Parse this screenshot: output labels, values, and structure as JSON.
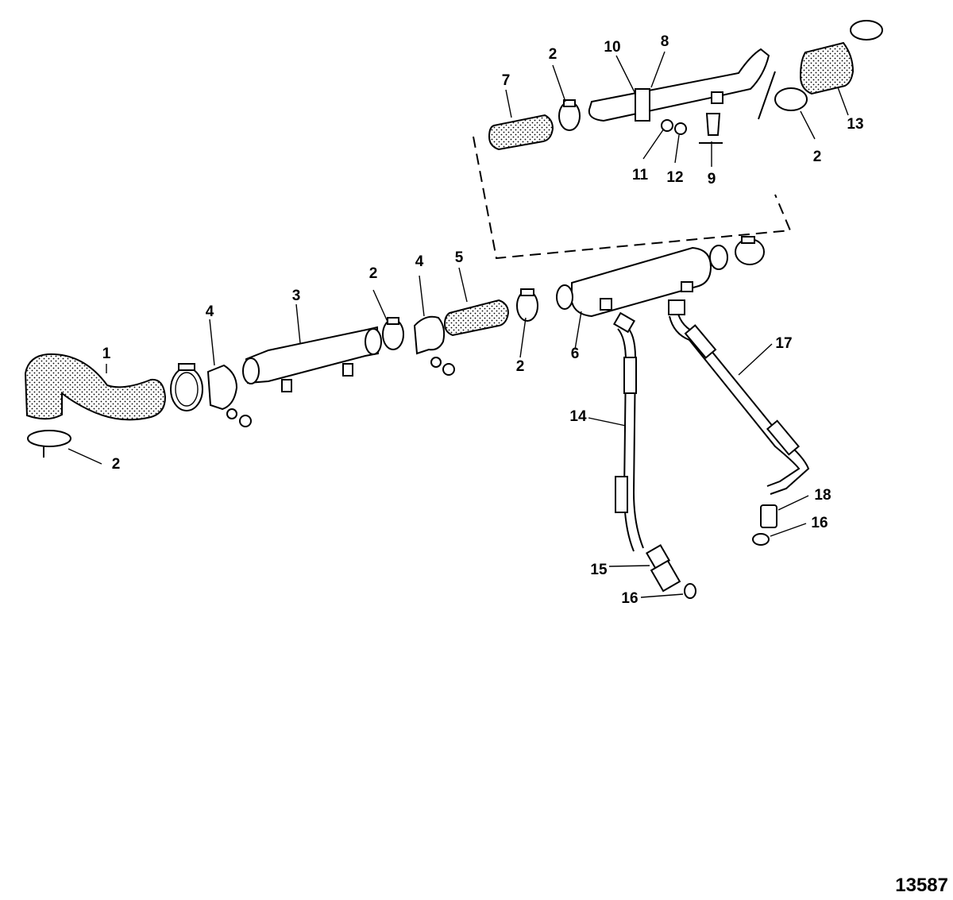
{
  "figure_number": "13587",
  "callouts": {
    "c1": "1",
    "c2a": "2",
    "c2b": "2",
    "c2c": "2",
    "c2d": "2",
    "c2e": "2",
    "c3": "3",
    "c4a": "4",
    "c4b": "4",
    "c5": "5",
    "c6": "6",
    "c7": "7",
    "c8": "8",
    "c9": "9",
    "c10": "10",
    "c11": "11",
    "c12": "12",
    "c13": "13",
    "c14": "14",
    "c15": "15",
    "c16a": "16",
    "c16b": "16",
    "c17": "17",
    "c18": "18"
  }
}
